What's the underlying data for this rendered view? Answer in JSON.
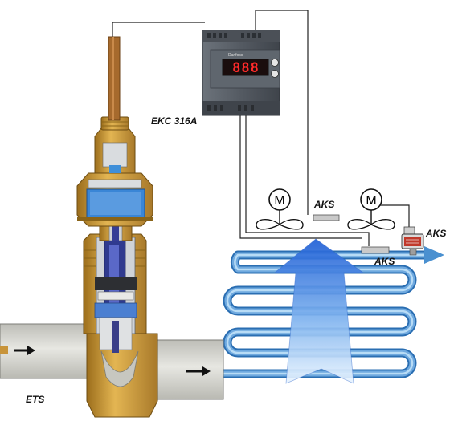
{
  "labels": {
    "controller": "EKC 316A",
    "valve": "ETS",
    "sensor_top": "AKS",
    "sensor_right": "AKS",
    "sensor_outlet": "AKS"
  },
  "controller": {
    "display": "888",
    "brand": "Danfoss"
  },
  "icons": {
    "fan_left": "fan-motor-icon",
    "fan_right": "fan-motor-icon",
    "fan_motor_letter": "M"
  },
  "colors": {
    "evaporator_tube": "#5b9bd5",
    "airflow_top": "#1f5fd6",
    "airflow_bottom": "#e8f4ff",
    "valve_brass": "#d6a640",
    "valve_pipe": "#d9d9d3",
    "controller_body": "#5a6068",
    "display_red": "#ff2a2a"
  }
}
